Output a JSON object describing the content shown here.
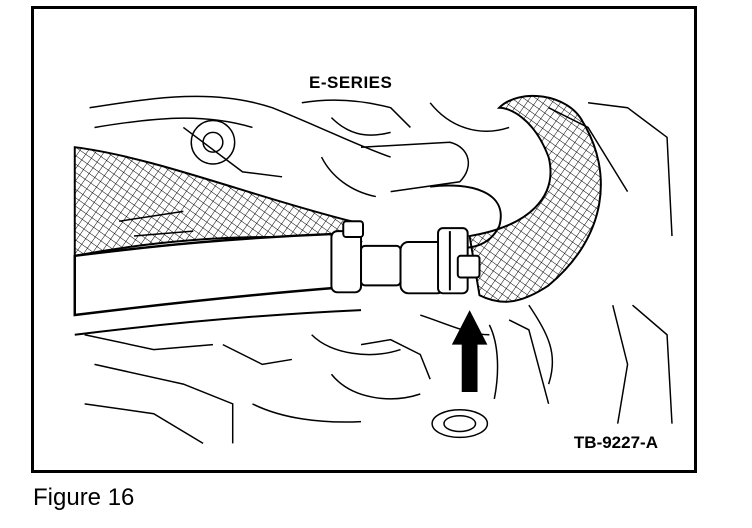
{
  "figure": {
    "title": "E-SERIES",
    "reference_code": "TB-9227-A",
    "caption": "Figure 16"
  },
  "colors": {
    "line": "#000000",
    "background": "#ffffff"
  },
  "icons": {
    "arrow": "up-arrow-icon"
  }
}
